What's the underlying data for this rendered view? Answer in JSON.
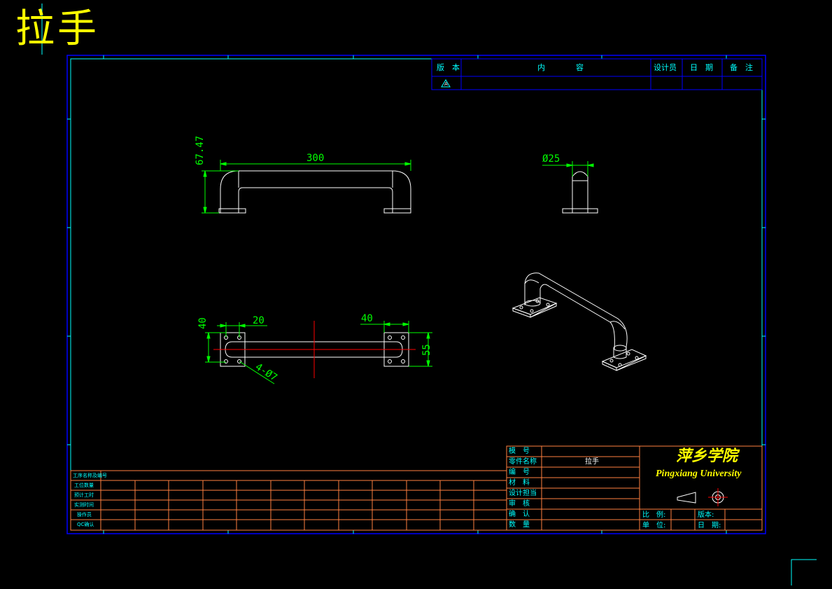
{
  "title": "拉手",
  "revision_table": {
    "headers": [
      "版　本",
      "内　　　　容",
      "设计员",
      "日　期",
      "备　注"
    ],
    "row_mark": "A"
  },
  "dimensions": {
    "front_length": "300",
    "front_height": "67.47",
    "side_diameter": "Ø25",
    "top_width": "40",
    "top_offset": "20",
    "top_length": "40",
    "top_height": "55",
    "holes": "4-Ø7"
  },
  "left_table": {
    "rows": [
      "工序名称及编号",
      "工位数量",
      "预计工时",
      "实测时间",
      "操作员",
      "QC确认"
    ]
  },
  "title_block": {
    "labels": [
      "模　号",
      "零件名称",
      "编　号",
      "材　料",
      "设计担当",
      "审　核",
      "确　认",
      "数　量"
    ],
    "part_name": "拉手",
    "university_cn": "萍乡学院",
    "university_en": "Pingxiang University",
    "scale_label": "比　例:",
    "unit_label": "单　位:",
    "version_label": "版本:",
    "date_label": "日　期:"
  },
  "colors": {
    "background": "#000000",
    "frame": "#0000ff",
    "inner_frame": "#00ffff",
    "dimension": "#00ff00",
    "title": "#ffff00",
    "table_line": "#ff8040",
    "center_line": "#ff0000",
    "part_outline": "#ffffff"
  }
}
